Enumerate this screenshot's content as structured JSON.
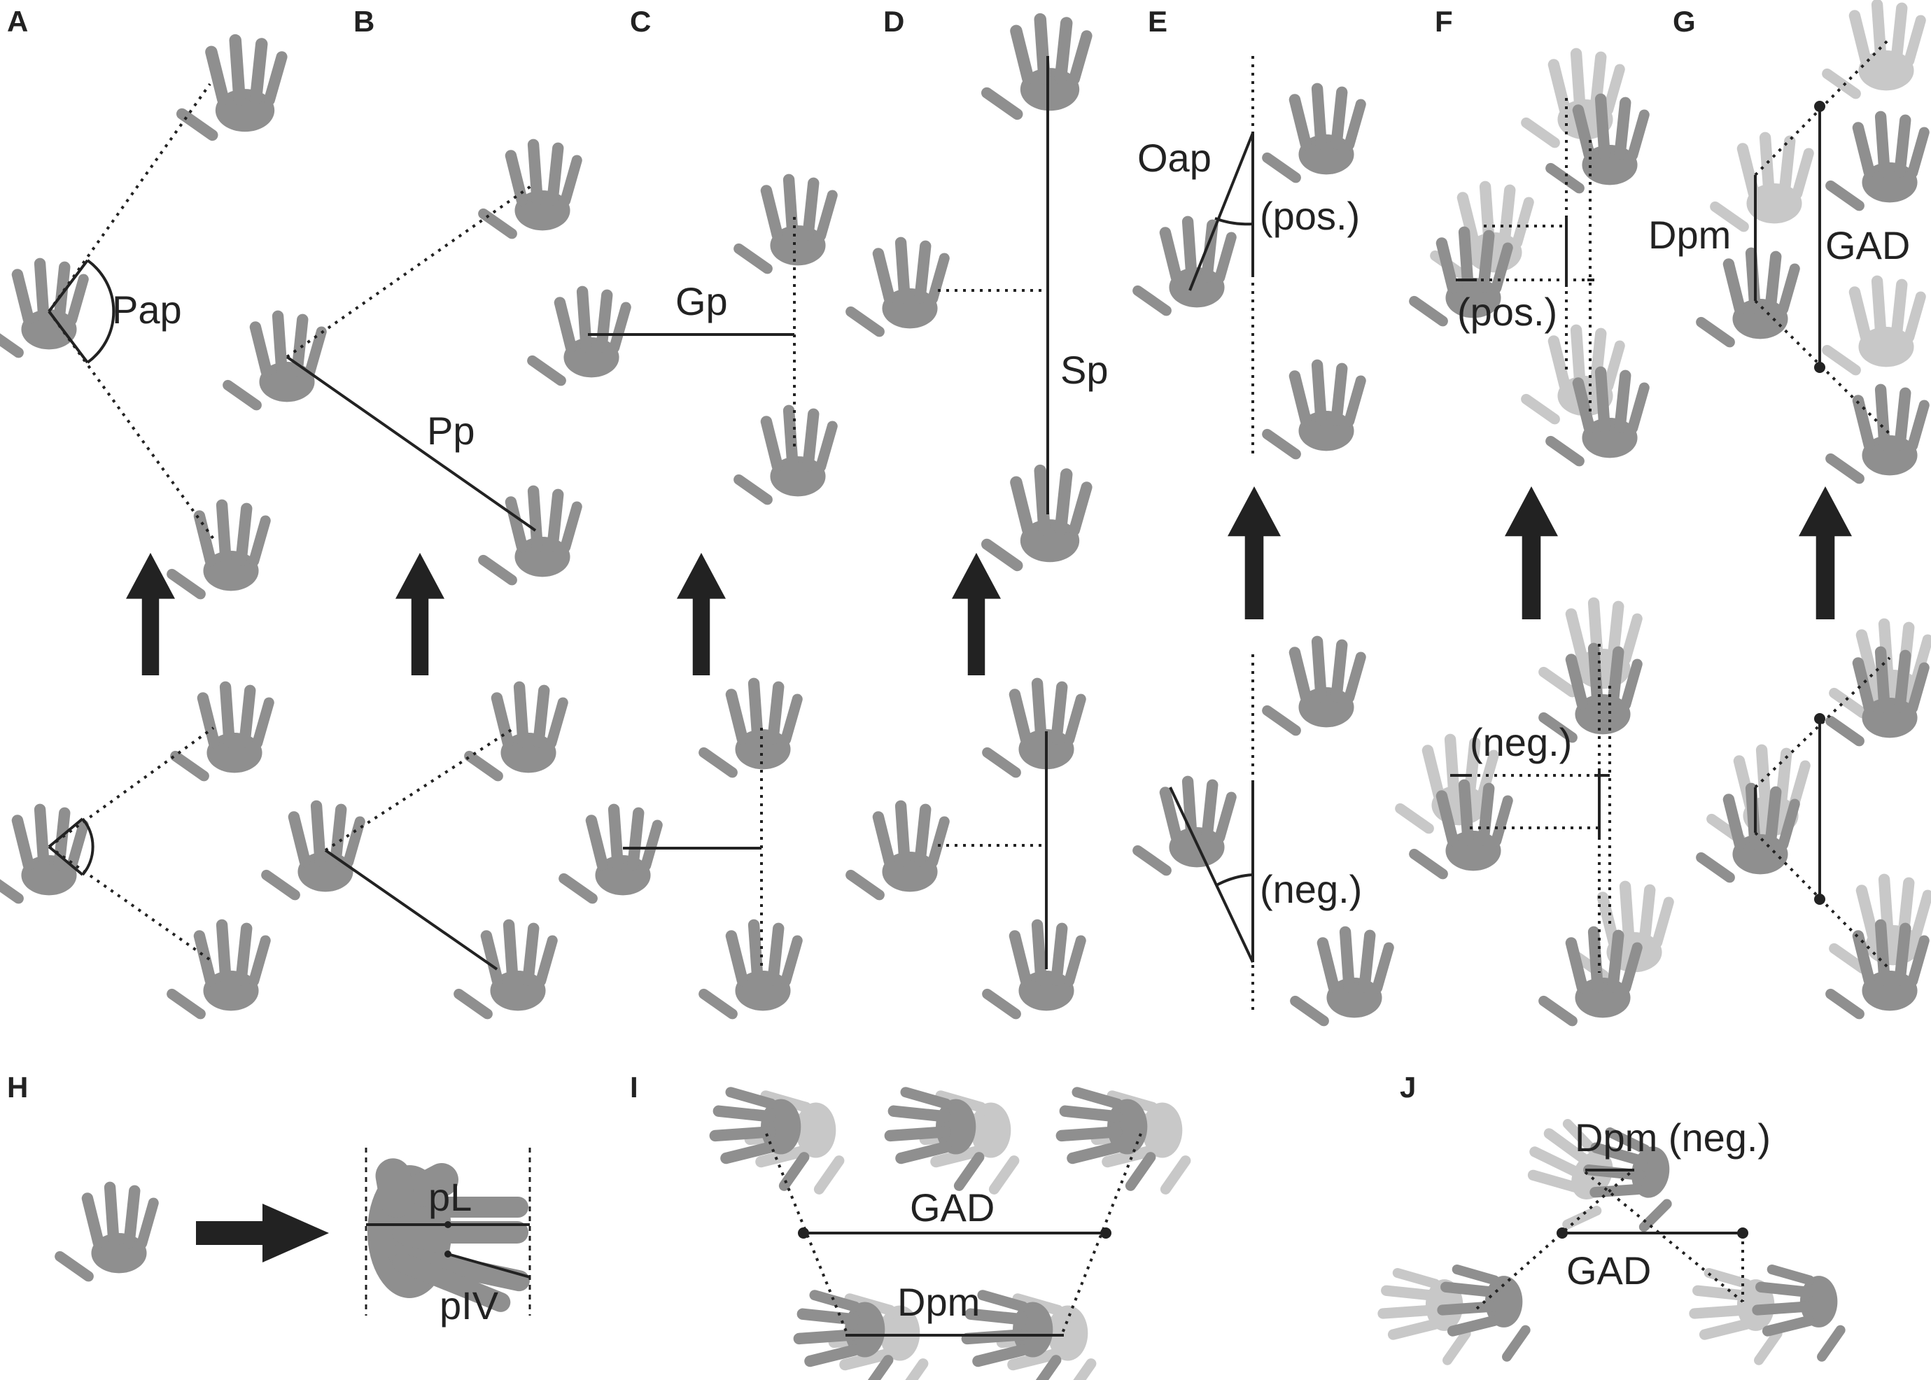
{
  "colors": {
    "hand_dark": "#8f8f8f",
    "hand_light": "#c8c8c8",
    "arrow": "#222222",
    "line": "#222222",
    "background": "#ffffff"
  },
  "panels": {
    "A": {
      "letter": "A",
      "measure": "Pap"
    },
    "B": {
      "letter": "B",
      "measure": "Pp"
    },
    "C": {
      "letter": "C",
      "measure": "Gp"
    },
    "D": {
      "letter": "D",
      "measure": "Sp"
    },
    "E": {
      "letter": "E",
      "measure": "Oap",
      "pos_note": "(pos.)",
      "neg_note": "(neg.)"
    },
    "F": {
      "letter": "F",
      "pos_note": "(pos.)",
      "neg_note": "(neg.)"
    },
    "G": {
      "letter": "G",
      "measure_left": "Dpm",
      "measure_right": "GAD"
    },
    "H": {
      "letter": "H",
      "measure_top": "pL",
      "measure_bottom": "pIV"
    },
    "I": {
      "letter": "I",
      "measure_top": "GAD",
      "measure_bottom": "Dpm"
    },
    "J": {
      "letter": "J",
      "measure_top": "Dpm (neg.)",
      "measure_bottom": "GAD"
    }
  }
}
